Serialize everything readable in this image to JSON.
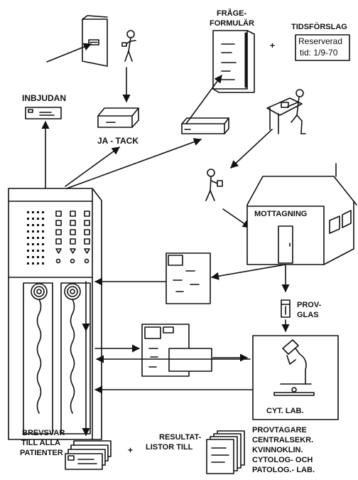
{
  "labels": {
    "inbjudan": "INBJUDAN",
    "ja_tack": "JA - TACK",
    "fragef_1": "FRÅGE-",
    "fragef_2": "FORMULÄR",
    "plus_top": "+",
    "tidsforslag": "TIDSFÖRSLAG",
    "reserverad_1": "Reserverad",
    "reserverad_2": "tid: 1/9-70",
    "mottagning": "MOTTAGNING",
    "provglas_1": "PROV-",
    "provglas_2": "GLAS",
    "cyt_lab": "CYT. LAB.",
    "brevsvar_1": "BREVSVAR",
    "brevsvar_2": "TILL ALLA",
    "brevsvar_3": "PATIENTER",
    "plus_bottom": "+",
    "resultat_1": "RESULTAT-",
    "resultat_2": "LISTOR TILL",
    "provtagare_1": "PROVTAGARE",
    "provtagare_2": "CENTRALSEKR.",
    "provtagare_3": "KVINNOKLIN.",
    "provtagare_4": "CYTOLOG- OCH",
    "provtagare_5": "PATOLOG.- LAB."
  }
}
